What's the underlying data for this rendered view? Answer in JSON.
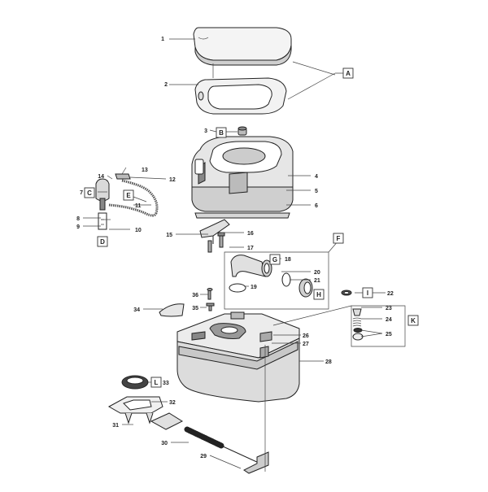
{
  "callouts": [
    {
      "id": "1",
      "text": "1"
    },
    {
      "id": "2",
      "text": "2"
    },
    {
      "id": "3",
      "text": "3"
    },
    {
      "id": "4",
      "text": "4"
    },
    {
      "id": "5",
      "text": "5"
    },
    {
      "id": "6",
      "text": "6"
    },
    {
      "id": "7",
      "text": "7"
    },
    {
      "id": "8",
      "text": "8"
    },
    {
      "id": "9",
      "text": "9"
    },
    {
      "id": "10",
      "text": "10"
    },
    {
      "id": "11",
      "text": "11"
    },
    {
      "id": "12",
      "text": "12"
    },
    {
      "id": "13",
      "text": "13"
    },
    {
      "id": "14",
      "text": "14"
    },
    {
      "id": "15",
      "text": "15"
    },
    {
      "id": "16",
      "text": "16"
    },
    {
      "id": "17",
      "text": "17"
    },
    {
      "id": "18",
      "text": "18"
    },
    {
      "id": "19",
      "text": "19"
    },
    {
      "id": "20",
      "text": "20"
    },
    {
      "id": "21",
      "text": "21"
    },
    {
      "id": "22",
      "text": "22"
    },
    {
      "id": "23",
      "text": "23"
    },
    {
      "id": "24",
      "text": "24"
    },
    {
      "id": "25",
      "text": "25"
    },
    {
      "id": "26",
      "text": "26"
    },
    {
      "id": "27",
      "text": "27"
    },
    {
      "id": "28",
      "text": "28"
    },
    {
      "id": "29",
      "text": "29"
    },
    {
      "id": "30",
      "text": "30"
    },
    {
      "id": "31",
      "text": "31"
    },
    {
      "id": "32",
      "text": "32"
    },
    {
      "id": "33",
      "text": "33"
    },
    {
      "id": "34",
      "text": "34"
    },
    {
      "id": "35",
      "text": "35"
    },
    {
      "id": "36",
      "text": "36"
    }
  ],
  "groups": [
    {
      "id": "A",
      "text": "A"
    },
    {
      "id": "B",
      "text": "B"
    },
    {
      "id": "C",
      "text": "C"
    },
    {
      "id": "D",
      "text": "D"
    },
    {
      "id": "E",
      "text": "E"
    },
    {
      "id": "F",
      "text": "F"
    },
    {
      "id": "G",
      "text": "G"
    },
    {
      "id": "H",
      "text": "H"
    },
    {
      "id": "I",
      "text": "I"
    },
    {
      "id": "K",
      "text": "K"
    },
    {
      "id": "L",
      "text": "L"
    }
  ]
}
